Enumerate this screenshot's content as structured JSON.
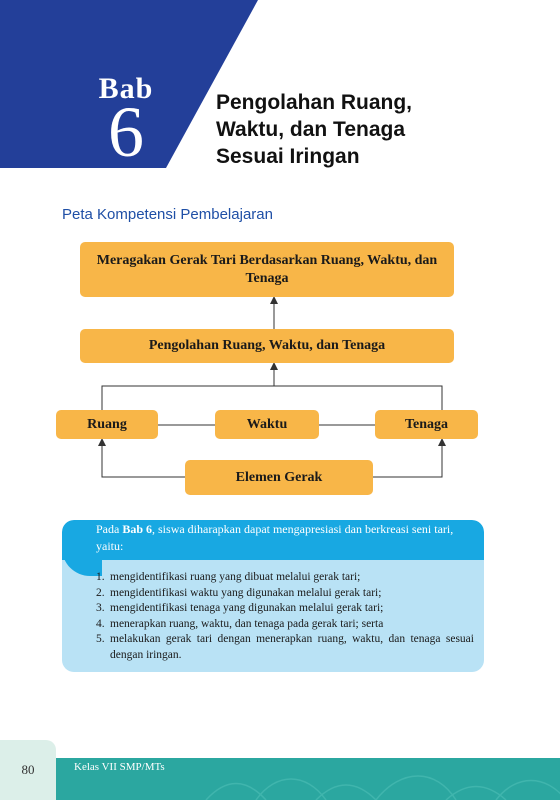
{
  "chapter": {
    "label": "Bab",
    "number": "6",
    "title_lines": [
      "Pengolahan Ruang,",
      "Waktu, dan Tenaga",
      "Sesuai Iringan"
    ]
  },
  "section_heading": "Peta Kompetensi Pembelajaran",
  "concept_map": {
    "goal": "Meragakan Gerak Tari Berdasarkan Ruang, Waktu, dan Tenaga",
    "processing": "Pengolahan Ruang, Waktu, dan Tenaga",
    "elements": [
      "Ruang",
      "Waktu",
      "Tenaga"
    ],
    "base": "Elemen Gerak"
  },
  "objectives": {
    "intro_prefix": "Pada",
    "intro_bold": "Bab 6",
    "intro_suffix": ", siswa diharapkan dapat mengapresiasi dan berkreasi seni tari, yaitu:",
    "items": [
      {
        "num": "1.",
        "text": "mengidentifikasi ruang yang dibuat melalui gerak tari;"
      },
      {
        "num": "2.",
        "text": "mengidentifikasi waktu yang digunakan melalui gerak tari;"
      },
      {
        "num": "3.",
        "text": "mengidentifikasi tenaga yang digunakan melalui gerak tari;"
      },
      {
        "num": "4.",
        "text": "menerapkan ruang, waktu, dan tenaga pada gerak tari; serta"
      },
      {
        "num": "5.",
        "text": "melakukan gerak tari dengan menerapkan ruang, waktu, dan tenaga sesuai dengan iringan."
      }
    ]
  },
  "footer": {
    "page_number": "80",
    "label": "Kelas VII SMP/MTs"
  },
  "colors": {
    "banner_blue": "#233f99",
    "node_orange": "#f8b648",
    "box_light_blue": "#b9e2f5",
    "box_header_blue": "#18a8e2",
    "footer_teal": "#2ba7a0",
    "heading_blue": "#1f4fa6"
  }
}
